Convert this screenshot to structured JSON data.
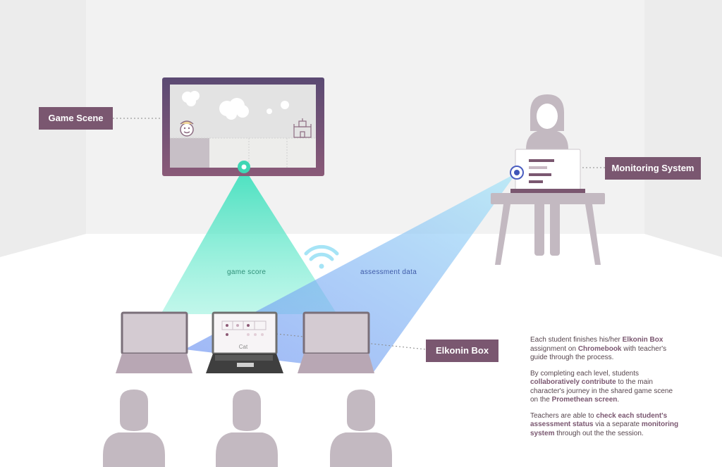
{
  "labels": {
    "game_scene": "Game Scene",
    "monitoring_system": "Monitoring System",
    "elkonin_box": "Elkonin Box"
  },
  "beams": {
    "game_score": "game score",
    "assessment_data": "assessment data"
  },
  "laptop_word": "Cat",
  "description": {
    "p1": [
      "Each student finishes his/her ",
      "Elkonin Box",
      " assignment on ",
      "Chromebook",
      " with teacher's guide through the process."
    ],
    "p2": [
      "By completing each level, students ",
      "collaboratively contribute",
      " to the main character's journey in the shared game scene on the ",
      "Promethean screen",
      "."
    ],
    "p3": [
      "Teachers are able to ",
      "check each student's assessment status",
      " via a separate ",
      "monitoring system",
      " through out the the session."
    ]
  },
  "colors": {
    "brand": "#7a5770",
    "teal": "#3fd6b4",
    "blue": "#5f86f0",
    "silhouette": "#c3b9c1",
    "wall": "#f2f2f2"
  }
}
